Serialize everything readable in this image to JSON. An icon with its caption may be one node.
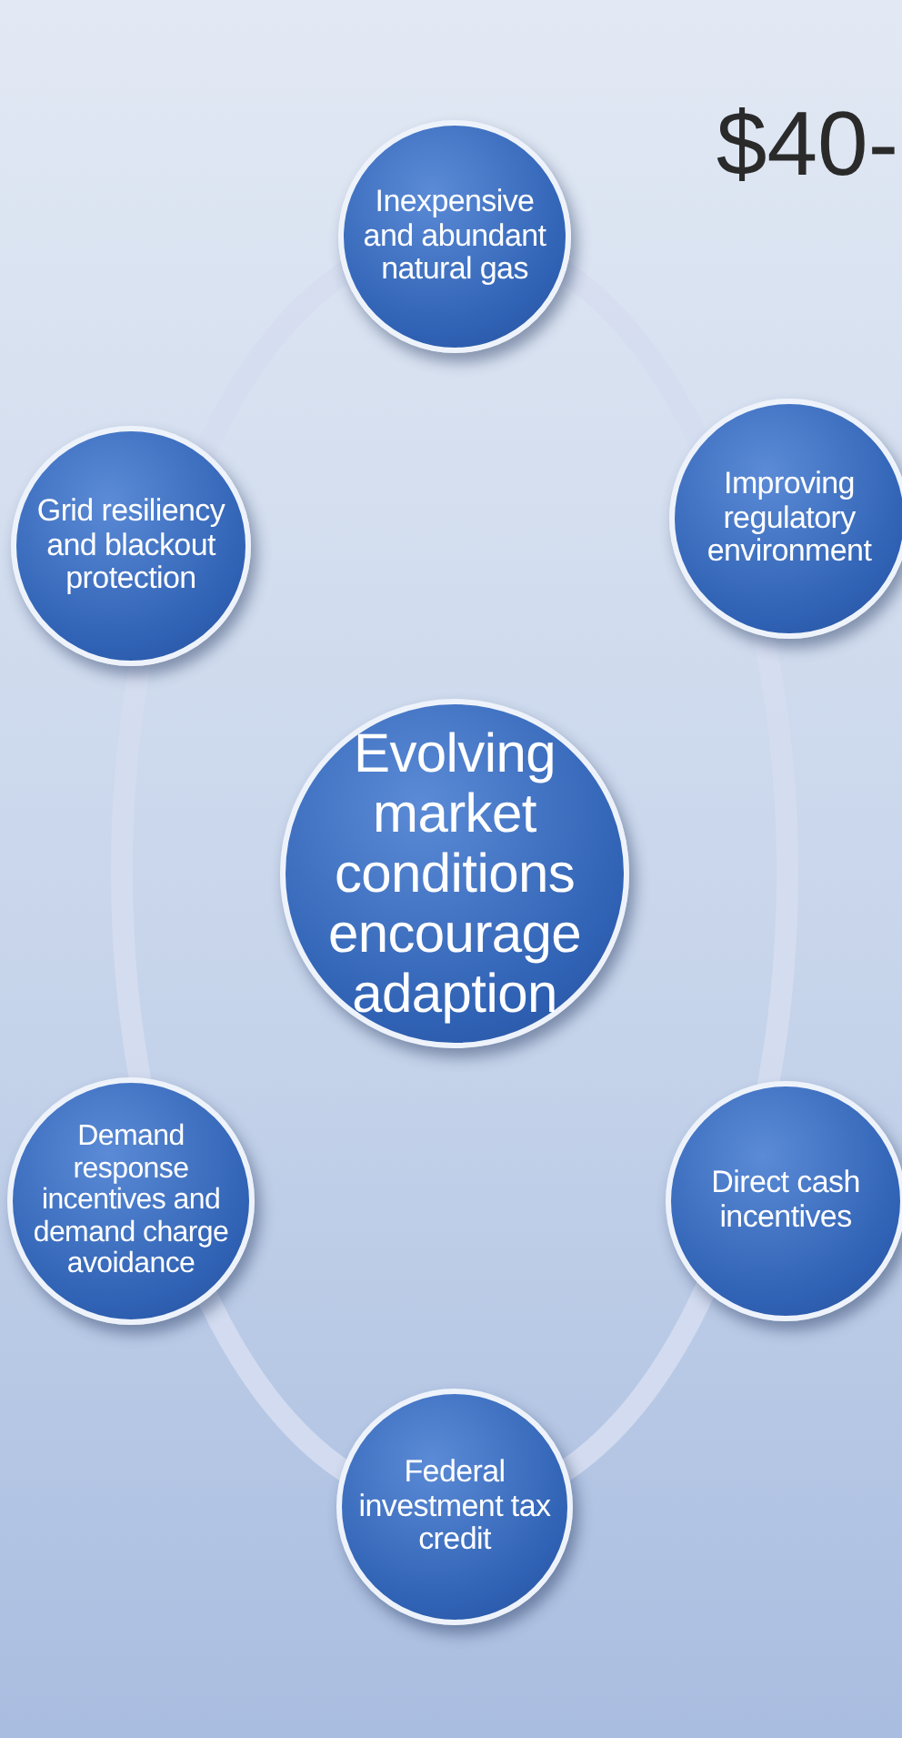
{
  "diagram": {
    "nodes": [
      {
        "text": [
          "Inexpensive and abundant natural gas"
        ]
      },
      {
        "text": [
          "Grid resiliency and blackout protection"
        ]
      },
      {
        "text": [
          "Improving regulatory environment"
        ]
      },
      {
        "text": [
          "Evolving market conditions encourage adaption"
        ]
      },
      {
        "text": [
          "Demand response incentives and demand charge avoidance"
        ]
      },
      {
        "text": [
          "Direct cash incentives"
        ]
      },
      {
        "text": [
          "Federal investment tax credit"
        ]
      }
    ],
    "labels": [
      "$40-"
    ]
  }
}
